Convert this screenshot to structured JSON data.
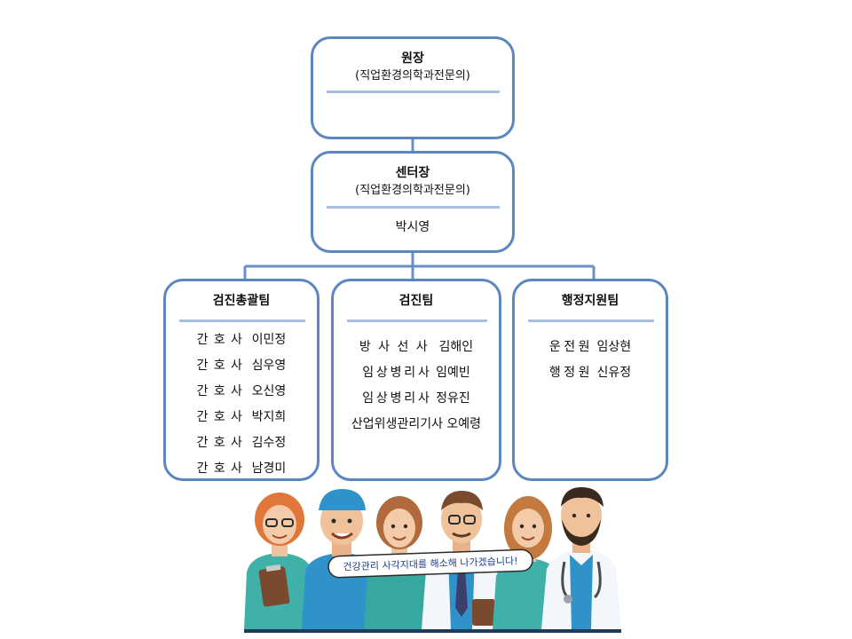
{
  "director": {
    "title": "원장",
    "subtitle": "(직업환경의학과전문의)"
  },
  "center_head": {
    "title": "센터장",
    "subtitle": "(직업환경의학과전문의)",
    "name": "박시영"
  },
  "departments": [
    {
      "title": "검진총괄팀",
      "members": [
        {
          "role": "간호사",
          "name": "이민정"
        },
        {
          "role": "간호사",
          "name": "심우영"
        },
        {
          "role": "간호사",
          "name": "오신영"
        },
        {
          "role": "간호사",
          "name": "박지희"
        },
        {
          "role": "간호사",
          "name": "김수정"
        },
        {
          "role": "간호사",
          "name": "남경미"
        }
      ]
    },
    {
      "title": "검진팀",
      "members": [
        {
          "role": "방사선사",
          "name": "김해인"
        },
        {
          "role": "임상병리사",
          "name": "임예빈"
        },
        {
          "role": "임상병리사",
          "name": "정유진"
        },
        {
          "role": "산업위생관리기사",
          "name": "오예령"
        }
      ]
    },
    {
      "title": "행정지원팀",
      "members": [
        {
          "role": "운전원",
          "name": "임상현"
        },
        {
          "role": "행정원",
          "name": "신유정"
        }
      ]
    }
  ],
  "banner": {
    "text": "건강관리 사각지대를 해소해 나가겠습니다!"
  },
  "colors": {
    "box_border": "#5b86c0",
    "divider": "#a7bedf",
    "connector": "#6b8fc4"
  }
}
